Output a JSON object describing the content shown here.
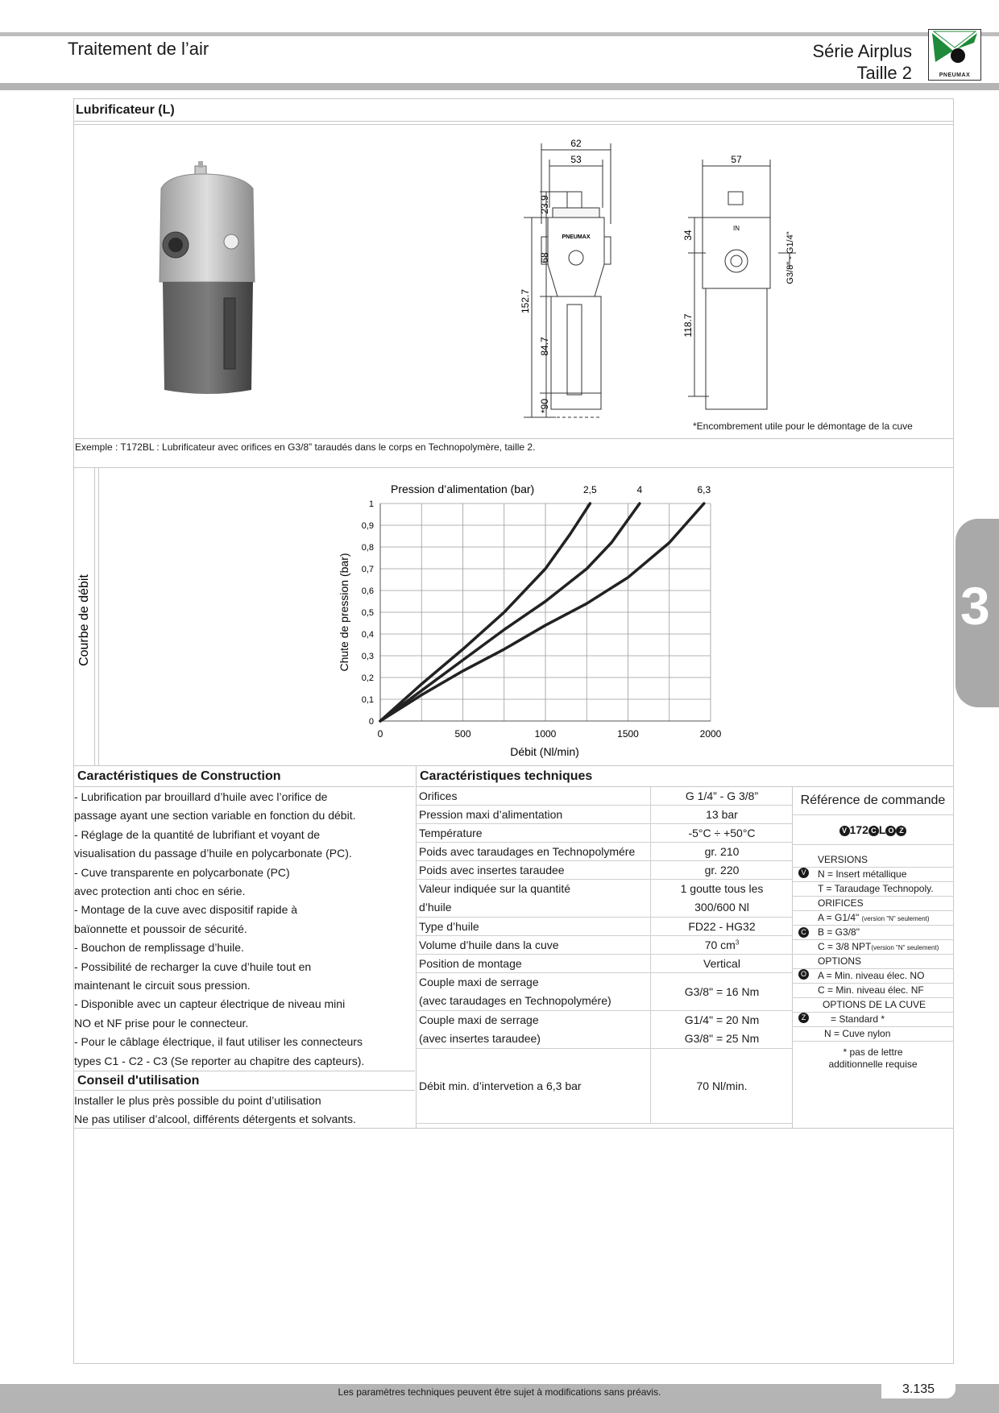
{
  "header": {
    "left_title": "Traitement de l’air",
    "series": "Série Airplus",
    "size": "Taille 2",
    "logo_text": "PNEUMAX"
  },
  "section": {
    "title": "Lubrificateur (L)",
    "example": "Exemple : T172BL : Lubrificateur avec orifices en G3/8”  taraudés dans le corps  en Technopolymère, taille 2.",
    "encombrement_note": "*Encombrement utile pour le démontage de la cuve"
  },
  "drawing": {
    "front": {
      "d62": "62",
      "d53": "53",
      "d239": "23.9",
      "d68": "68",
      "d1527": "152.7",
      "d847": "84.7",
      "d90": "*90"
    },
    "side": {
      "d57": "57",
      "d34": "34",
      "d1187": "118.7",
      "port": "G3/8\" - G1/4\"",
      "in": "IN"
    },
    "brand": "PNEUMAX"
  },
  "flow_curve": {
    "side_label": "Courbe de débit",
    "legend_title": "Pression d’alimentation (bar)"
  },
  "chart_data": {
    "type": "line",
    "title": "",
    "xlabel": "Débit (Nl/min)",
    "ylabel": "Chute de pression (bar)",
    "xlim": [
      0,
      2000
    ],
    "ylim": [
      0,
      1
    ],
    "x_ticks": [
      "0",
      "500",
      "1000",
      "1500",
      "2000"
    ],
    "y_ticks": [
      "0",
      "0,1",
      "0,2",
      "0,3",
      "0,4",
      "0,5",
      "0,6",
      "0,7",
      "0,8",
      "0,9",
      "1"
    ],
    "grid": true,
    "series": [
      {
        "name": "2,5",
        "points": [
          [
            0,
            0
          ],
          [
            250,
            0.17
          ],
          [
            500,
            0.33
          ],
          [
            750,
            0.5
          ],
          [
            1000,
            0.7
          ],
          [
            1150,
            0.86
          ],
          [
            1270,
            1.0
          ]
        ]
      },
      {
        "name": "4",
        "points": [
          [
            0,
            0
          ],
          [
            250,
            0.14
          ],
          [
            500,
            0.28
          ],
          [
            750,
            0.42
          ],
          [
            1000,
            0.55
          ],
          [
            1250,
            0.7
          ],
          [
            1400,
            0.82
          ],
          [
            1570,
            1.0
          ]
        ]
      },
      {
        "name": "6,3",
        "points": [
          [
            0,
            0
          ],
          [
            250,
            0.12
          ],
          [
            500,
            0.23
          ],
          [
            750,
            0.33
          ],
          [
            1000,
            0.44
          ],
          [
            1250,
            0.54
          ],
          [
            1500,
            0.66
          ],
          [
            1750,
            0.82
          ],
          [
            1960,
            1.0
          ]
        ]
      }
    ]
  },
  "construction": {
    "title": "Caractéristiques de Construction",
    "lines": [
      "- Lubrification par brouillard d’huile avec l’orifice de",
      "  passage ayant une section variable en fonction du débit.",
      "- Réglage de la quantité de lubrifiant et voyant de",
      "  visualisation du passage d’huile en polycarbonate (PC).",
      "- Cuve transparente en polycarbonate (PC)",
      "  avec protection anti choc en série.",
      "- Montage de la cuve avec dispositif rapide à",
      "  baïonnette et poussoir de sécurité.",
      "- Bouchon de remplissage d’huile.",
      "- Possibilité de recharger la cuve d’huile tout en",
      "  maintenant le circuit sous pression.",
      "- Disponible avec un capteur électrique de niveau mini",
      "  NO et NF prise pour le connecteur.",
      "- Pour le câblage électrique, il faut utiliser les connecteurs",
      "  types C1 - C2 - C3 (Se reporter au chapitre des capteurs)."
    ]
  },
  "usage": {
    "title": "Conseil d'utilisation",
    "lines": [
      "Installer le plus près possible du point d’utilisation",
      "Ne pas utiliser d’alcool, différents détergents et solvants."
    ]
  },
  "technical": {
    "title": "Caractéristiques techniques",
    "orifices": {
      "label": "Orifices",
      "value": "G 1/4” - G 3/8”"
    },
    "pression": {
      "label": "Pression maxi d’alimentation",
      "value": "13 bar"
    },
    "temperature": {
      "label": "Température",
      "value": "-5°C ÷ +50°C"
    },
    "poids_techno": {
      "label": "Poids avec taraudages en Technopolymére",
      "value": "gr. 210"
    },
    "poids_inserts": {
      "label": "Poids avec insertes taraudee",
      "value": "gr. 220"
    },
    "valeur": {
      "label1": "Valeur indiquée sur la quantité",
      "label2": "d’huile",
      "value1": "1 goutte tous les",
      "value2": "300/600 Nl"
    },
    "type_huile": {
      "label": "Type d’huile",
      "value": "FD22 - HG32"
    },
    "volume": {
      "label": "Volume d’huile dans la cuve",
      "value": "70 cm",
      "unit_sup": "3"
    },
    "position": {
      "label": "Position de montage",
      "value": "Vertical"
    },
    "couple1": {
      "label1": "Couple maxi de serrage",
      "label2": "(avec taraudages en Technopolymére)",
      "value": "G3/8\" = 16 Nm"
    },
    "couple2": {
      "label1": "Couple maxi de serrage",
      "label2": "(avec insertes taraudee)",
      "value1": "G1/4\" = 20 Nm",
      "value2": "G3/8\" = 25 Nm"
    },
    "debit_min": {
      "label": "Débit min. d’intervetion a 6,3 bar",
      "value": "70 Nl/min."
    }
  },
  "reference": {
    "title": "Référence de commande",
    "code": {
      "v": "V",
      "mid": "172",
      "c": "C",
      "l": "L",
      "o": "O",
      "z": "Z"
    },
    "versions": {
      "head": "VERSIONS",
      "badge": "V",
      "n": "N = Insert métallique",
      "t": "T = Taraudage Technopoly."
    },
    "orifices": {
      "head": "ORIFICES",
      "badge": "C",
      "a": "A = G1/4\"",
      "a_note": "(version \"N\" seulement)",
      "b": "B = G3/8\"",
      "c": "C = 3/8 NPT",
      "c_note": "(version \"N\" seulement)"
    },
    "options": {
      "head": "OPTIONS",
      "badge": "O",
      "a": "A = Min. niveau élec. NO",
      "c": "C = Min. niveau élec. NF"
    },
    "cuve": {
      "head": "OPTIONS DE LA CUVE",
      "badge": "Z",
      "std": "= Standard *",
      "n": "N = Cuve nylon"
    },
    "note1": "* pas de lettre",
    "note2": "additionnelle requise"
  },
  "side_tab": "3",
  "footer": {
    "note": "Les paramètres techniques peuvent être sujet à modifications sans préavis.",
    "page": "3.135"
  }
}
